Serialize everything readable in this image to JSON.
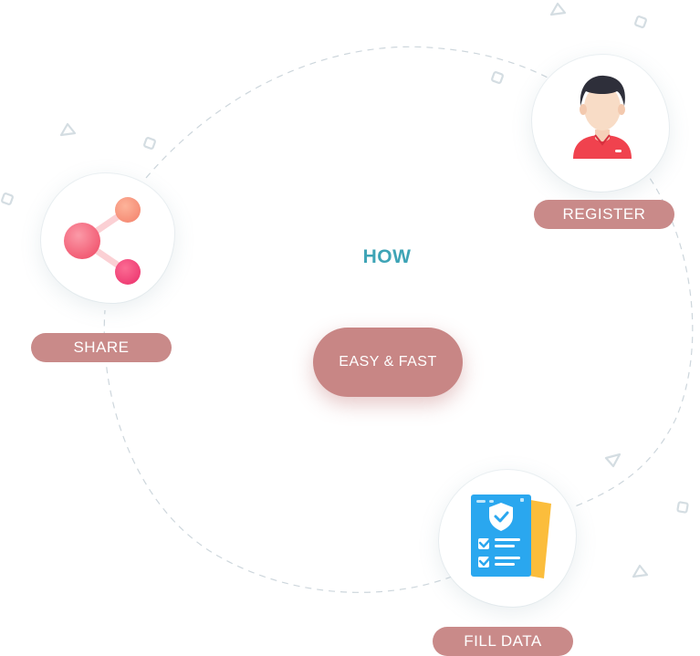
{
  "center": {
    "heading": "HOW",
    "button_label": "EASY & FAST"
  },
  "steps": [
    {
      "label": "REGISTER",
      "icon": "user-avatar-icon"
    },
    {
      "label": "FILL DATA",
      "icon": "checklist-document-icon"
    },
    {
      "label": "SHARE",
      "icon": "share-icon"
    }
  ],
  "colors": {
    "pill": "#c98a89",
    "heading": "#3ea4b6",
    "share_gradient": [
      "#f7879a",
      "#f3477a"
    ],
    "share_node_top": "#f8967c",
    "document_blue": "#2aa7ef",
    "document_yellow": "#fbbd3c",
    "avatar_shirt": "#f0424e",
    "avatar_hair": "#2e2f3a",
    "path": "#cdd6dc"
  }
}
